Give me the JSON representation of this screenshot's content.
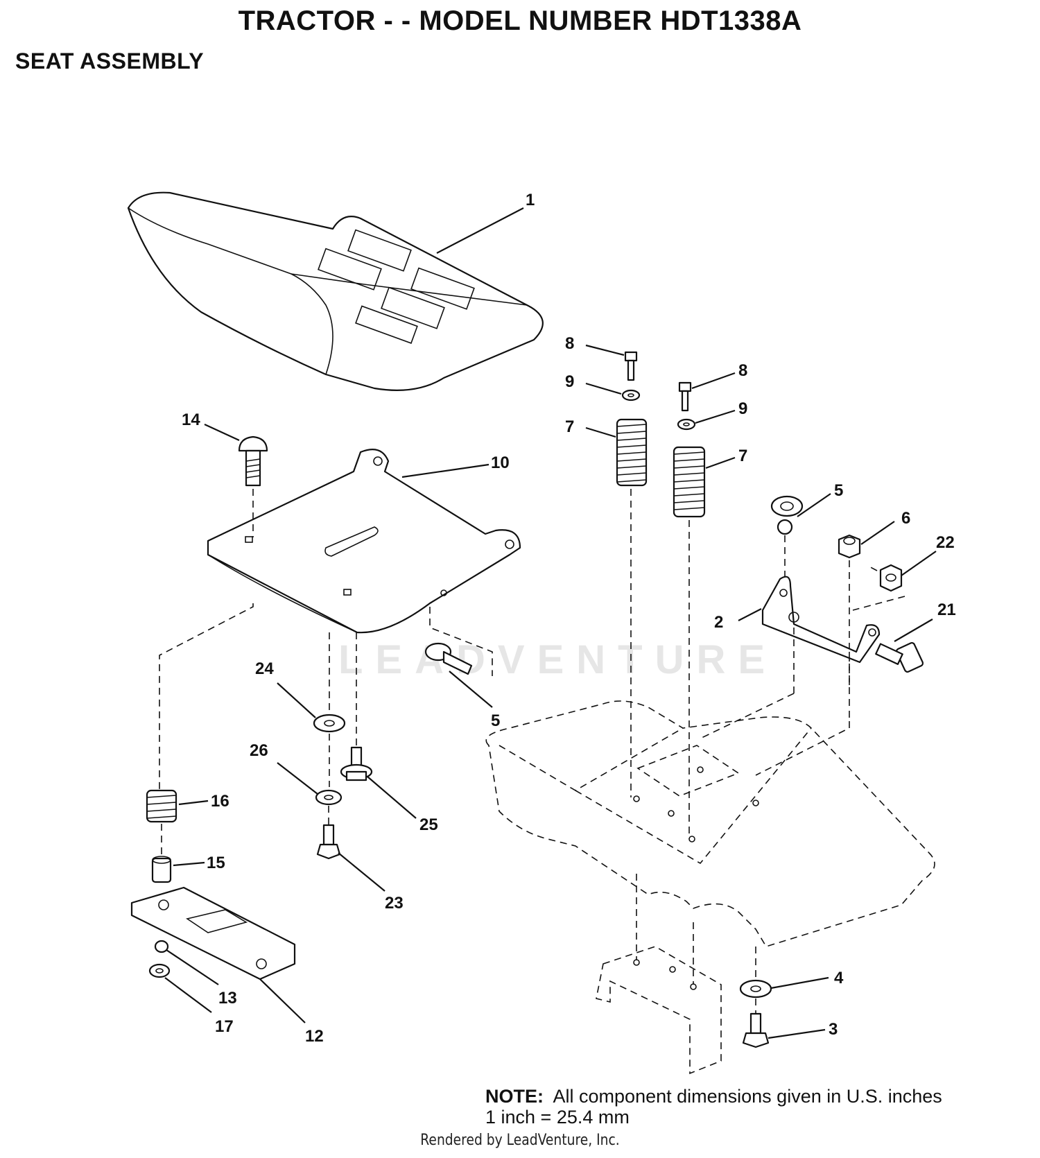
{
  "header": {
    "title": "TRACTOR - - MODEL NUMBER HDT1338A",
    "subtitle": "SEAT ASSEMBLY"
  },
  "watermark": "LEADVENTURE",
  "callouts": {
    "c1": "1",
    "c2": "2",
    "c3": "3",
    "c4": "4",
    "c5a": "5",
    "c5b": "5",
    "c6": "6",
    "c7a": "7",
    "c7b": "7",
    "c8a": "8",
    "c8b": "8",
    "c9a": "9",
    "c9b": "9",
    "c10": "10",
    "c12": "12",
    "c13": "13",
    "c14": "14",
    "c15": "15",
    "c16": "16",
    "c17": "17",
    "c21": "21",
    "c22": "22",
    "c23": "23",
    "c24": "24",
    "c25": "25",
    "c26": "26"
  },
  "note": {
    "label": "NOTE:",
    "text": "All component dimensions given in U.S. inches",
    "conversion": "1 inch = 25.4 mm"
  },
  "footer": "Rendered by LeadVenture, Inc."
}
